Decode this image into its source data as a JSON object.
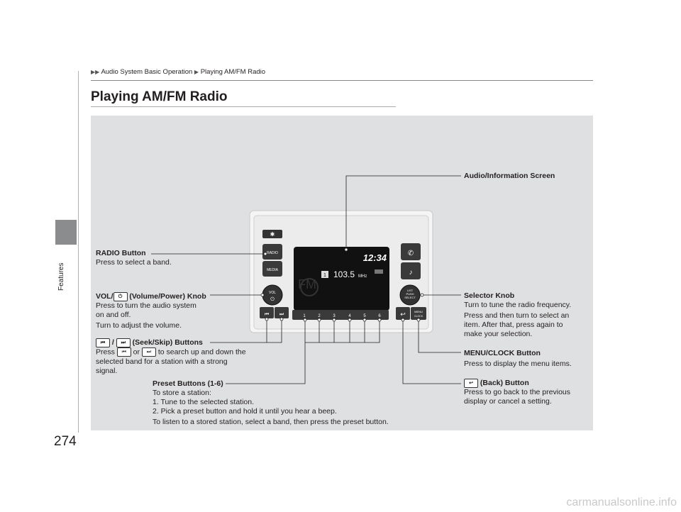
{
  "breadcrumb": {
    "section": "Audio System Basic Operation",
    "page": "Playing AM/FM Radio"
  },
  "title": "Playing AM/FM Radio",
  "side_tab": "Features",
  "page_number": "274",
  "watermark": "carmanualsonline.info",
  "device": {
    "time": "12:34",
    "preset_indicator": "1",
    "frequency": "103.5",
    "unit": "MHz",
    "band": "FM",
    "radio_button": "RADIO",
    "media_button": "MEDIA",
    "vol_knob": "VOL",
    "selector_knob": [
      "LIST",
      "PUSH",
      "SELECT"
    ],
    "menu_button": [
      "MENU",
      "CLOCK"
    ],
    "presets": [
      "1",
      "2",
      "3",
      "4",
      "5",
      "6"
    ]
  },
  "callouts": {
    "audio_screen": {
      "title": "Audio/Information Screen"
    },
    "radio_button": {
      "title": "RADIO Button",
      "lines": [
        "Press to select a band."
      ]
    },
    "vol_knob": {
      "title_a": "VOL/",
      "title_b": " (Volume/Power) Knob",
      "lines": [
        "Press to turn the audio system",
        "on and off.",
        "Turn to adjust the volume."
      ]
    },
    "seek": {
      "sep": " / ",
      "title": " (Seek/Skip) Buttons",
      "press": "Press ",
      "or": " or ",
      "rest": " to search up and down the",
      "lines": [
        "selected band for a station with a strong",
        "signal."
      ]
    },
    "presets": {
      "title": "Preset Buttons (1-6)",
      "lines": [
        "To store a station:",
        "1.  Tune to the selected station.",
        "2.  Pick a preset button and hold it until you hear a beep.",
        "To listen to a stored station, select a band, then press the preset button."
      ]
    },
    "selector": {
      "title": "Selector Knob",
      "lines": [
        "Turn to tune the radio frequency.",
        "Press and then turn to select an",
        "item. After that, press again to",
        "make your selection."
      ]
    },
    "menu": {
      "title": "MENU/CLOCK Button",
      "lines": [
        "Press to display the menu items."
      ]
    },
    "back": {
      "title": " (Back) Button",
      "lines": [
        "Press to go back to the previous",
        "display or cancel a setting."
      ]
    }
  }
}
